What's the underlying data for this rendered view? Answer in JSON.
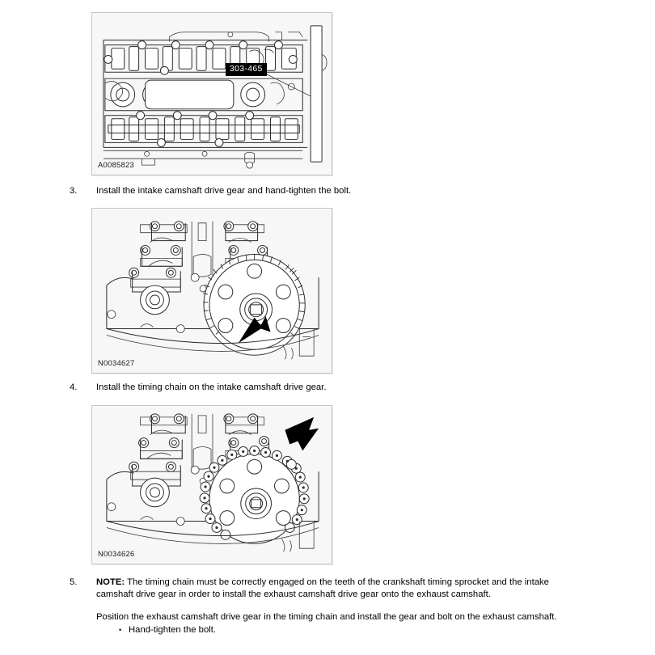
{
  "document": {
    "type": "automotive-service-manual-page",
    "page_background": "#ffffff"
  },
  "figures": [
    {
      "id": "figure-1",
      "caption": "A0085823",
      "subject": "Cylinder head with camshafts and special tool installed",
      "callouts": [
        {
          "label": "303-465",
          "style": "black-tag"
        }
      ]
    },
    {
      "id": "figure-2",
      "caption": "N0034627",
      "subject": "Intake camshaft drive gear installed on cylinder head",
      "callouts": []
    },
    {
      "id": "figure-3",
      "caption": "N0034626",
      "subject": "Timing chain installed on intake camshaft drive gear",
      "callouts": []
    }
  ],
  "steps": [
    {
      "number": "3.",
      "text": "Install the intake camshaft drive gear and hand-tighten the bolt."
    },
    {
      "number": "4.",
      "text": "Install the timing chain on the intake camshaft drive gear."
    },
    {
      "number": "5.",
      "note_label": "NOTE:",
      "note_text": " The timing chain must be correctly engaged on the teeth of the crankshaft timing sprocket and the intake camshaft drive gear in order to install the exhaust camshaft drive gear onto the exhaust camshaft.",
      "body_text": "Position the exhaust camshaft drive gear in the timing chain and install the gear and bolt on the exhaust camshaft.",
      "bullets": [
        "Hand-tighten the bolt."
      ]
    }
  ],
  "colors": {
    "figure_border": "#c4c4c4",
    "figure_fill": "#f7f7f7",
    "line_art": "#2b2b2b",
    "callout_bg": "#000000",
    "callout_text": "#ffffff",
    "body_text": "#000000"
  }
}
